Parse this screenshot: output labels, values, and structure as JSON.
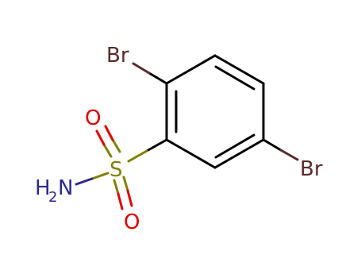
{
  "molecule": {
    "atoms": {
      "br_top": {
        "label": "Br",
        "color": "#5a2a2a"
      },
      "br_right": {
        "label": "Br",
        "color": "#5a2a2a"
      },
      "sulfur": {
        "label": "S",
        "color": "#808000"
      },
      "oxygen_top": {
        "label": "O",
        "color": "#dd0000"
      },
      "oxygen_bottom": {
        "label": "O",
        "color": "#dd0000"
      },
      "amine": {
        "label_h": "H",
        "label_sub": "2",
        "label_n": "N",
        "color": "#2b2b8c"
      }
    },
    "colors": {
      "bond": "#000000",
      "background": "#ffffff"
    }
  }
}
